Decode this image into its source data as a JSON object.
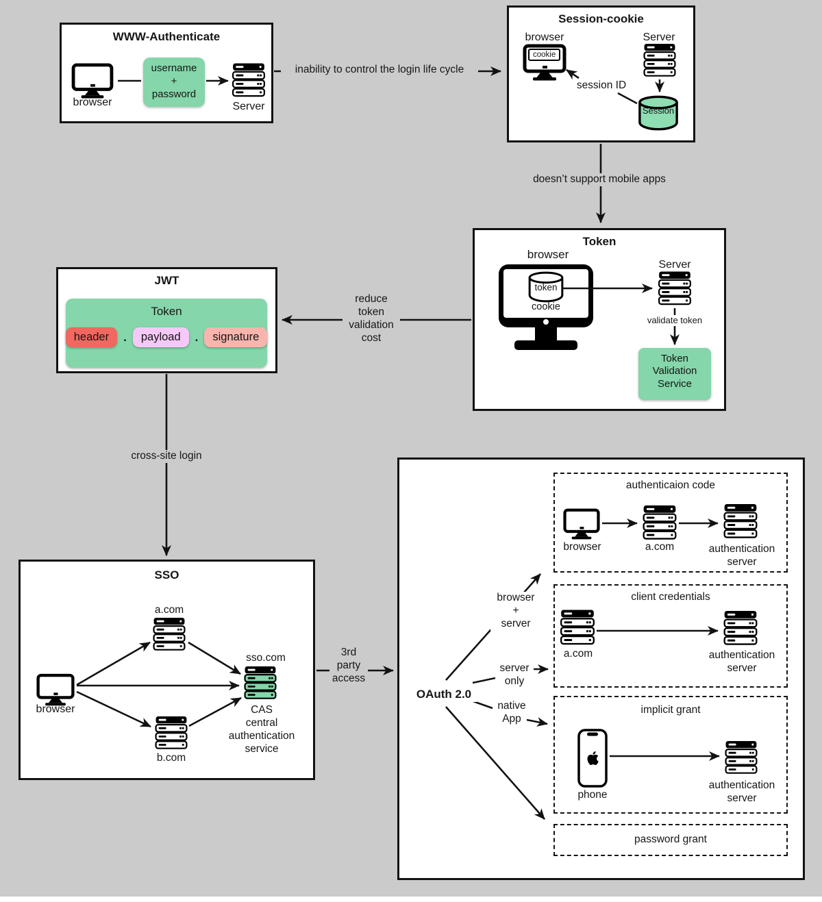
{
  "colors": {
    "bg": "#cbcbcb",
    "green": "#85d6aa",
    "green_light": "#8fddb3",
    "red": "#f0685f",
    "pink": "#f6c8f8",
    "salmon": "#f7b5ae"
  },
  "www": {
    "title": "WWW-Authenticate",
    "browser": "browser",
    "credentials": "username\n+\npassword",
    "server": "Server"
  },
  "edge_www_session": "inability to control the login life cycle",
  "session": {
    "title": "Session-cookie",
    "browser": "browser",
    "cookie": "cookie",
    "server": "Server",
    "session_id": "session ID",
    "session_store": "Session"
  },
  "edge_session_token": "doesn’t support mobile apps",
  "token": {
    "title": "Token",
    "browser": "browser",
    "token_store": "token",
    "cookie": "cookie",
    "server": "Server",
    "validate": "validate token",
    "validation_service": "Token\nValidation\nService"
  },
  "jwt": {
    "title": "JWT",
    "token_label": "Token",
    "header": "header",
    "dot": ".",
    "payload": "payload",
    "signature": "signature"
  },
  "edge_token_jwt": "reduce\ntoken\nvalidation\ncost",
  "edge_jwt_sso": "cross-site login",
  "sso": {
    "title": "SSO",
    "browser": "browser",
    "a_com": "a.com",
    "b_com": "b.com",
    "sso_com": "sso.com",
    "cas": "CAS\ncentral\nauthentication\nservice"
  },
  "edge_sso_oauth": "3rd\nparty\naccess",
  "oauth": {
    "title": "OAuth 2.0",
    "branch_browser_server": "browser\n+\nserver",
    "branch_server_only": "server\nonly",
    "branch_native_app": "native\nApp",
    "auth_code": {
      "title": "authenticaion code",
      "browser": "browser",
      "a_com": "a.com",
      "auth_server": "authentication\nserver"
    },
    "client_credentials": {
      "title": "client credentials",
      "a_com": "a.com",
      "auth_server": "authentication\nserver"
    },
    "implicit": {
      "title": "implicit grant",
      "phone": "phone",
      "auth_server": "authentication\nserver"
    },
    "password": {
      "title": "password grant"
    }
  }
}
